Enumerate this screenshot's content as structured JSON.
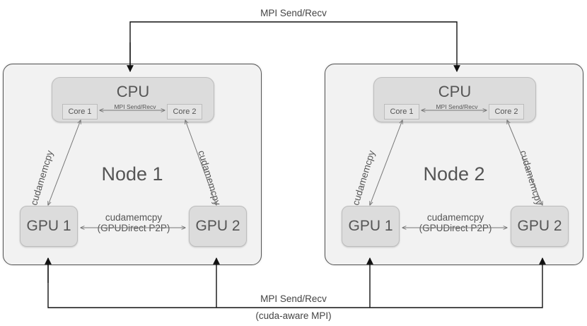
{
  "top_link": {
    "label": "MPI Send/Recv"
  },
  "bottom_link": {
    "label": "MPI Send/Recv",
    "sublabel": "(cuda-aware MPI)"
  },
  "nodes": [
    {
      "title": "Node 1",
      "cpu": {
        "title": "CPU",
        "cores": [
          "Core 1",
          "Core 2"
        ],
        "core_link_label": "MPI Send/Recv"
      },
      "gpus": [
        "GPU 1",
        "GPU 2"
      ],
      "gpu_link": {
        "line1": "cudamemcpy",
        "line2": "(GPUDirect P2P)"
      },
      "cpu_gpu_link_label": "cudamemcpy"
    },
    {
      "title": "Node 2",
      "cpu": {
        "title": "CPU",
        "cores": [
          "Core 1",
          "Core 2"
        ],
        "core_link_label": "MPI Send/Recv"
      },
      "gpus": [
        "GPU 1",
        "GPU 2"
      ],
      "gpu_link": {
        "line1": "cudamemcpy",
        "line2": "(GPUDirect P2P)"
      },
      "cpu_gpu_link_label": "cudamemcpy"
    }
  ]
}
